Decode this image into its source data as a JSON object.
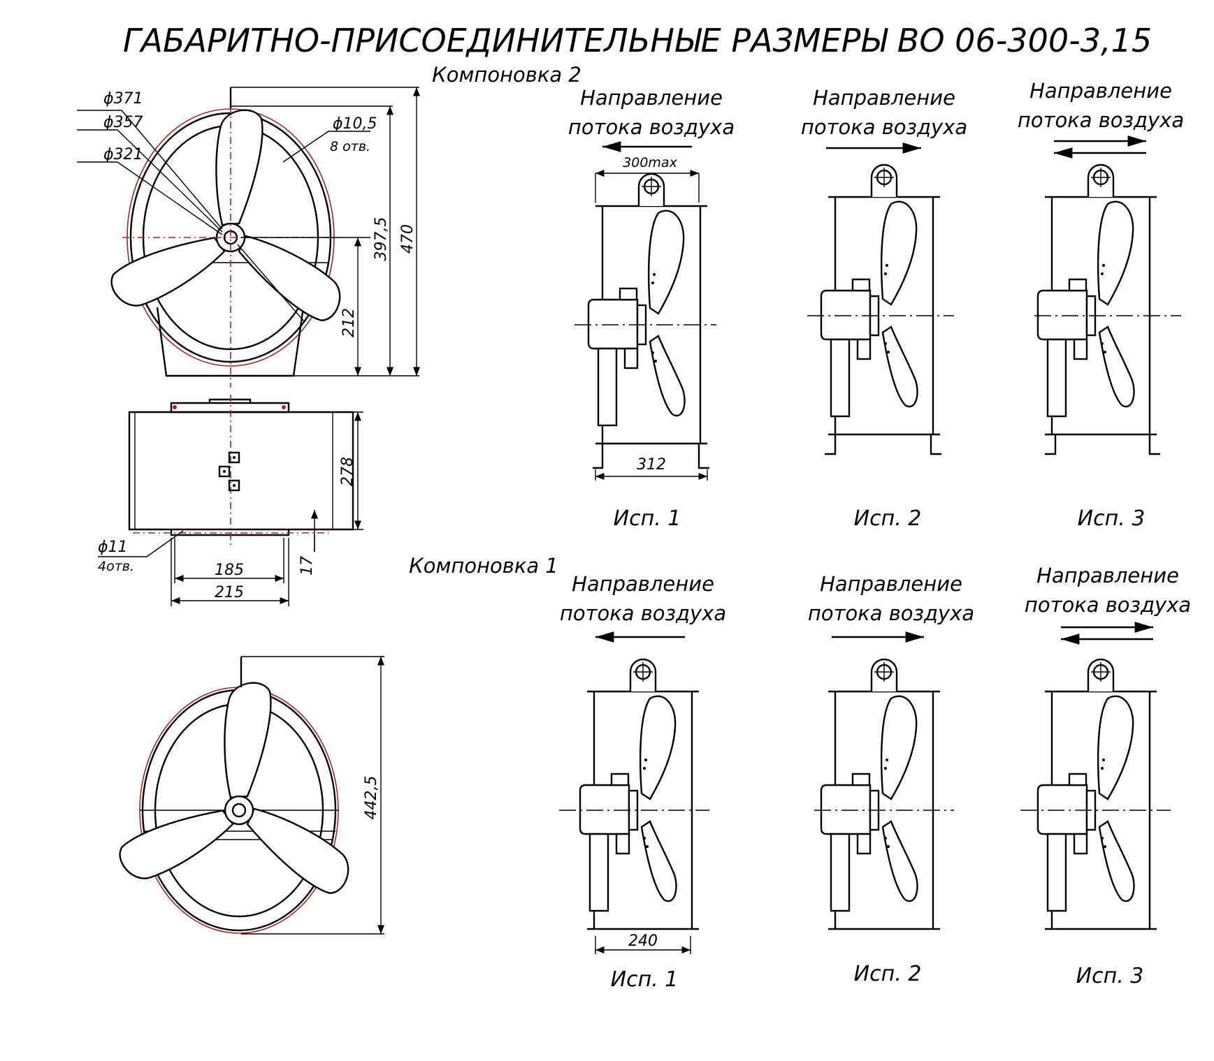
{
  "title": "ГАБАРИТНО-ПРИСОЕДИНИТЕЛЬНЫЕ РАЗМЕРЫ ВО 06-300-3,15",
  "layouts": {
    "layout_2": "Компоновка 2",
    "layout_1": "Компоновка 1"
  },
  "airflow_direction": {
    "line1": "Направление",
    "line2": "потока воздуха"
  },
  "variants": {
    "top": [
      "Исп. 1",
      "Исп. 2",
      "Исп. 3"
    ],
    "bottom": [
      "Исп. 1",
      "Исп. 2",
      "Исп. 3"
    ]
  },
  "dimensions": {
    "d371": "ϕ371",
    "d357": "ϕ357",
    "d321": "ϕ321",
    "hole_d": "ϕ10,5",
    "hole_count": "8 отв.",
    "h212": "212",
    "h397": "397,5",
    "h470": "470",
    "h278": "278",
    "foot_d": "ϕ11",
    "foot_count": "4отв.",
    "w185": "185",
    "w215": "215",
    "h17": "17",
    "w300max": "300max",
    "w312": "312",
    "h442": "442,5",
    "w240": "240"
  }
}
